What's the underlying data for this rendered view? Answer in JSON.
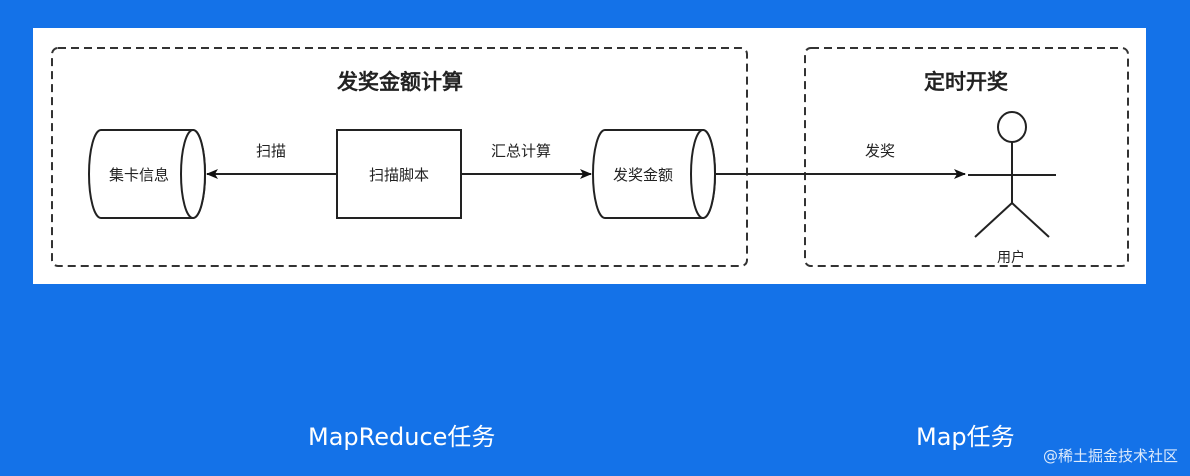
{
  "diagram": {
    "groups": {
      "calc": "发奖金额计算",
      "draw": "定时开奖"
    },
    "nodes": {
      "card_info": "集卡信息",
      "scan_script": "扫描脚本",
      "prize_amount": "发奖金额",
      "user": "用户"
    },
    "edges": {
      "scan": "扫描",
      "sum_calc": "汇总计算",
      "award": "发奖"
    }
  },
  "captions": {
    "left": "MapReduce任务",
    "right": "Map任务"
  },
  "watermark": "@稀土掘金技术社区",
  "colors": {
    "background": "#1472e8",
    "panel": "#ffffff",
    "stroke": "#333333"
  }
}
